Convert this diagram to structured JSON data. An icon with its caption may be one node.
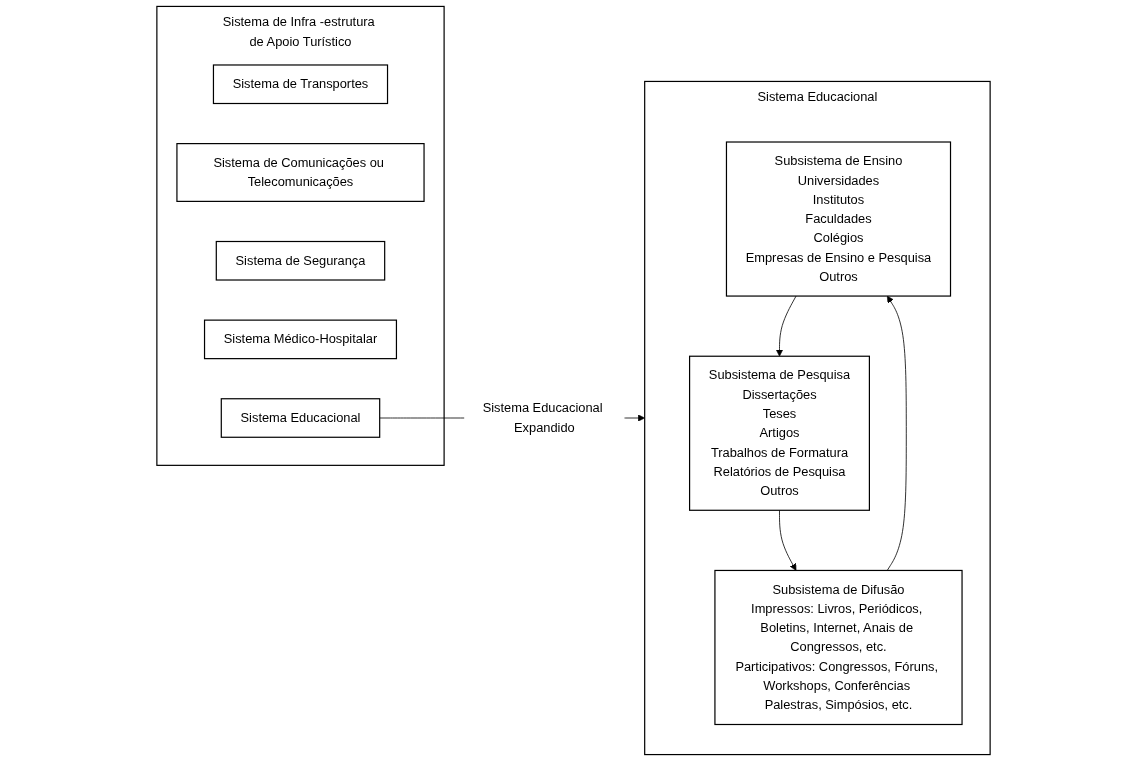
{
  "diagram": {
    "nodes": [
      {
        "text": [
          "Sistema de Infra -estrutura de Apoio Turístico"
        ]
      },
      {
        "text": [
          "Sistema de Transportes"
        ],
        "in": 0
      },
      {
        "text": [
          "Sistema de Comunicações ou Telecomunicações"
        ],
        "in": 0
      },
      {
        "text": [
          "Sistema de Segurança"
        ],
        "in": 0
      },
      {
        "text": [
          "Sistema Médico-Hospitalar"
        ],
        "in": 0
      },
      {
        "text": [
          "Sistema Educacional"
        ],
        "in": 0
      },
      {
        "text": [
          "Sistema Educacional"
        ]
      },
      {
        "text": [
          "Subsistema de Ensino",
          "Universidades",
          "Institutos",
          "Faculdades",
          "Colégios",
          "Empresas de Ensino e Pesquisa",
          "Outros"
        ],
        "in": 6
      },
      {
        "text": [
          "Subsistema de Pesquisa",
          "Dissertações",
          "Teses",
          "Artigos",
          "Trabalhos de Formatura",
          "Relatórios de Pesquisa",
          "Outros"
        ],
        "in": 6
      },
      {
        "text": [
          "Subsistema de Difusão",
          "Impressos: Livros, Periódicos, Boletins, Internet, Anais de Congressos, etc.",
          "Participativos: Congressos, Fóruns, Workshops, Conferências Palestras, Simpósios, etc."
        ],
        "in": 6
      }
    ],
    "edges": [
      {
        "from": 5,
        "to": 6,
        "arrow": "to",
        "label": "Sistema Educacional Expandido"
      },
      {
        "from": 7,
        "to": 8,
        "arrow": "to"
      },
      {
        "from": 8,
        "to": 9,
        "arrow": "to"
      },
      {
        "from": 9,
        "to": 7,
        "arrow": "to"
      }
    ]
  }
}
